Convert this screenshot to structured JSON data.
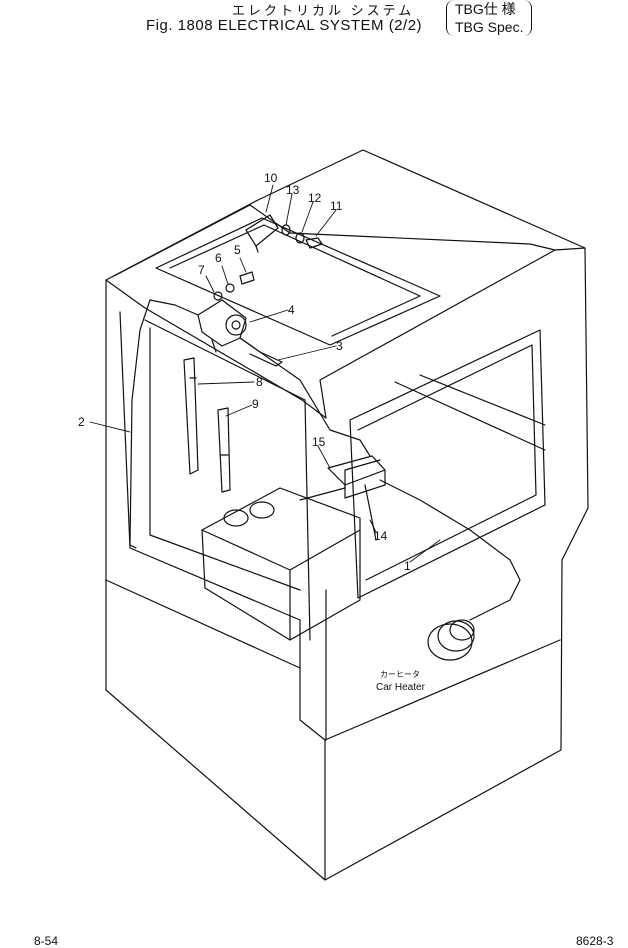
{
  "header": {
    "title_jp": "エレクトリカル システム",
    "title": "Fig. 1808 ELECTRICAL SYSTEM (2/2)",
    "spec_jp": "TBG仕 様",
    "spec_en": "TBG Spec."
  },
  "callouts": [
    "1",
    "2",
    "3",
    "4",
    "5",
    "6",
    "7",
    "8",
    "9",
    "10",
    "11",
    "12",
    "13",
    "14",
    "15"
  ],
  "heater": {
    "label_jp": "カーヒータ",
    "label_en": "Car Heater"
  },
  "footer": {
    "left": "8-54",
    "right": "8628-3"
  },
  "colors": {
    "line": "#111111",
    "background": "#ffffff"
  }
}
